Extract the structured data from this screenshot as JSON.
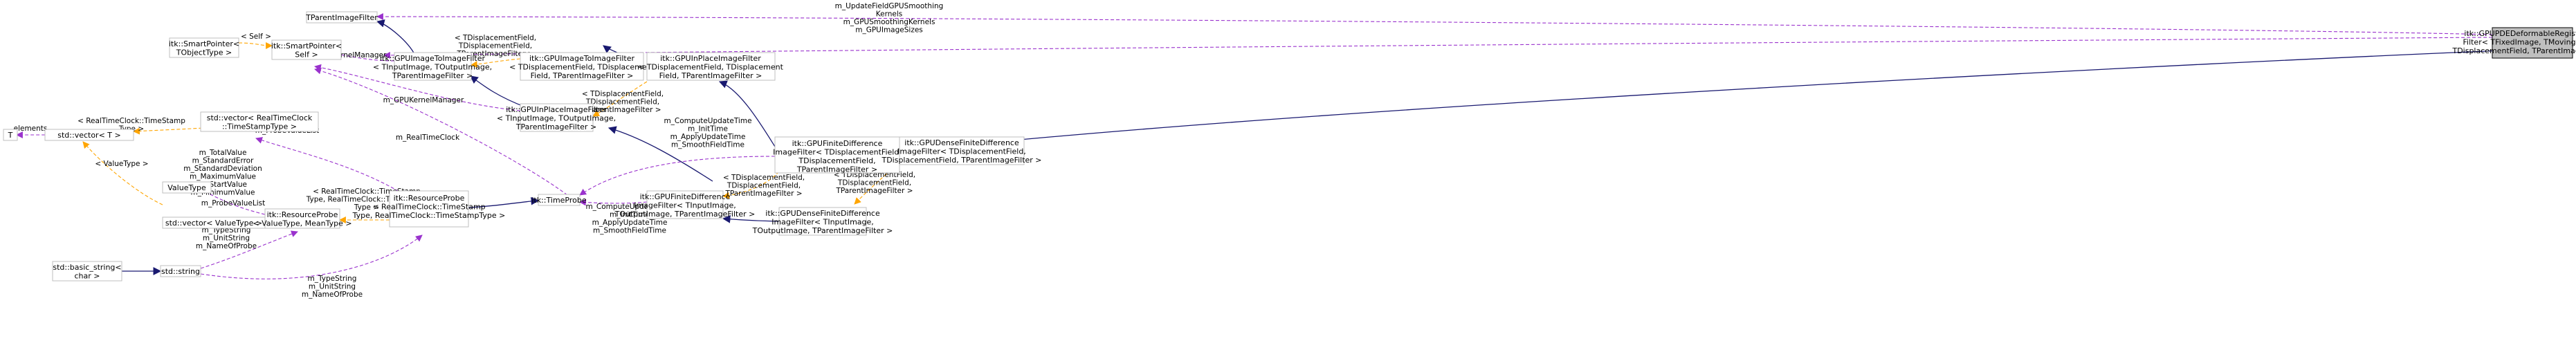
{
  "colors": {
    "inherit": "#191970",
    "use": "#9a32cd",
    "template": "#ffa500",
    "node_border": "#bfbfbf",
    "focus_fill": "#bfbfbf"
  },
  "nodes": {
    "focus": [
      "itk::GPUPDEDeformableRegistration",
      "Filter< TFixedImage, TMovingImage,",
      "TDisplacementField, TParentImageFilter >"
    ],
    "tparent": [
      "TParentImageFilter"
    ],
    "sp_tobj": [
      "itk::SmartPointer<",
      "TObjectType >"
    ],
    "sp_self": [
      "itk::SmartPointer<",
      "Self >"
    ],
    "t": [
      "T"
    ],
    "vec_t": [
      "std::vector< T >"
    ],
    "vec_rtc": [
      "std::vector< RealTimeClock",
      "::TimeStampType >"
    ],
    "valuetype": [
      "ValueType"
    ],
    "vec_val": [
      "std::vector< ValueType >"
    ],
    "resprobe": [
      "itk::ResourceProbe",
      "< ValueType, MeanType >"
    ],
    "basicstr": [
      "std::basic_string<",
      "char >"
    ],
    "stdstring": [
      "std::string"
    ],
    "gpuimg_a": [
      "itk::GPUImageToImageFilter",
      "< TInputImage, TOutputImage,",
      "TParentImageFilter >"
    ],
    "gpuimg_b": [
      "itk::GPUImageToImageFilter",
      "< TDisplacementField, TDisplacement",
      "Field, TParentImageFilter >"
    ],
    "gpuinplace_a": [
      "itk::GPUInPlaceImageFilter",
      "< TInputImage, TOutputImage,",
      "TParentImageFilter >"
    ],
    "gpuinplace_b": [
      "itk::GPUInPlaceImageFilter",
      "< TDisplacementField, TDisplacement",
      "Field, TParentImageFilter >"
    ],
    "resprobe_rtc": [
      "itk::ResourceProbe",
      "< RealTimeClock::TimeStamp",
      "Type, RealTimeClock::TimeStampType >"
    ],
    "timeprobe": [
      "itk::TimeProbe"
    ],
    "gpufd_a": [
      "itk::GPUFiniteDifference",
      "ImageFilter< TInputImage,",
      "TOutputImage, TParentImageFilter >"
    ],
    "gpufd_b": [
      "itk::GPUFiniteDifference",
      "ImageFilter< TDisplacementField,",
      "TDisplacementField,",
      "TParentImageFilter >"
    ],
    "gpudense_a": [
      "itk::GPUDenseFiniteDifference",
      "ImageFilter< TInputImage,",
      "TOutputImage, TParentImageFilter >"
    ],
    "gpudense_b": [
      "itk::GPUDenseFiniteDifference",
      "ImageFilter< TDisplacementField,",
      "TDisplacementField, TParentImageFilter >"
    ]
  },
  "edge_labels": {
    "focus_members": [
      "m_UpdateFieldGPUSmoothing",
      "Kernels",
      "m_GPUSmoothingKernels",
      "m_GPUImageSizes"
    ],
    "self": [
      "< Self >"
    ],
    "elements": [
      "elements"
    ],
    "rtc_stamp": [
      "< RealTimeClock::TimeStamp",
      "Type >"
    ],
    "value_type": [
      "< ValueType >"
    ],
    "probe_members": [
      "m_TotalValue",
      "m_StandardError",
      "m_StandardDeviation",
      "m_MaximumValue",
      "m_StartValue",
      "m_MinimumValue"
    ],
    "probe_value_list_a": [
      "m_ProbeValueList"
    ],
    "probe_value_list_b": [
      "m_ProbeValueList"
    ],
    "string_members_a": [
      "m_TypeString",
      "m_UnitString",
      "m_NameOfProbe"
    ],
    "string_members_b": [
      "m_TypeString",
      "m_UnitString",
      "m_NameOfProbe"
    ],
    "kernel_mgr_a": [
      "m_GPUKernelManager"
    ],
    "kernel_mgr_b": [
      "m_GPUKernelManager"
    ],
    "tmpl_disp_a": [
      "< TDisplacementField,",
      "TDisplacementField,",
      "TParentImageFilter >"
    ],
    "tmpl_disp_b": [
      "< TDisplacementField,",
      "TDisplacementField,",
      "TParentImageFilter >"
    ],
    "tmpl_disp_c": [
      "< TDisplacementField,",
      "TDisplacementField,",
      "TParentImageFilter >"
    ],
    "tmpl_disp_d": [
      "< TDisplacementField,",
      "TDisplacementField,",
      "TParentImageFilter >"
    ],
    "real_time_clock": [
      "m_RealTimeClock"
    ],
    "rtc_tmpl": [
      "< RealTimeClock::TimeStamp",
      "Type, RealTimeClock::TimeStamp",
      "Type >"
    ],
    "compute_a": [
      "m_ComputeUpdateTime",
      "m_InitTime",
      "m_ApplyUpdateTime",
      "m_SmoothFieldTime"
    ],
    "compute_b": [
      "m_ComputeUpdateTime",
      "m_InitTime",
      "m_ApplyUpdateTime",
      "m_SmoothFieldTime"
    ]
  }
}
